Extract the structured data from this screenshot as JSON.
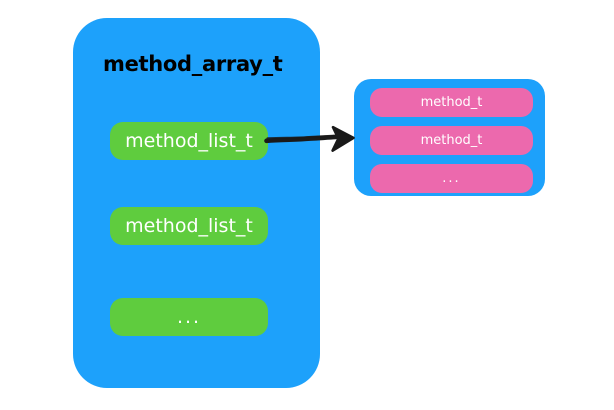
{
  "diagram": {
    "title": "method_array_t structure diagram",
    "background_color": "#FFFFFF",
    "colors": {
      "container_blue": "#1DA1FB",
      "pill_green": "#5FCC3E",
      "pill_pink": "#EC69AD",
      "arrow_black": "#1A1A1A",
      "label_text": "#000000",
      "pill_text": "#FFFFFF"
    },
    "array_container": {
      "title": "method_array_t",
      "slots": [
        {
          "label": "method_list_t",
          "kind": "entry"
        },
        {
          "label": "method_list_t",
          "kind": "entry"
        },
        {
          "label": "...",
          "kind": "ellipsis"
        }
      ]
    },
    "list_container": {
      "title": "",
      "slots": [
        {
          "label": "method_t",
          "kind": "entry"
        },
        {
          "label": "method_t",
          "kind": "entry"
        },
        {
          "label": "...",
          "kind": "ellipsis"
        }
      ]
    },
    "arrow": {
      "label": "",
      "from": "method_list_t",
      "to": "method_list_container"
    }
  }
}
